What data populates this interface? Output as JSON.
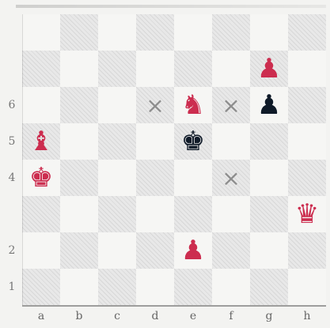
{
  "board": {
    "files": [
      "a",
      "b",
      "c",
      "d",
      "e",
      "f",
      "g",
      "h"
    ],
    "ranks": [
      "8",
      "7",
      "6",
      "5",
      "4",
      "3",
      "2",
      "1"
    ],
    "ranks_visible": [
      "",
      "",
      "6",
      "5",
      "4",
      "",
      "2",
      "1"
    ],
    "title": "",
    "colors": {
      "light": "#f6f6f4",
      "dark": "#e8e8e8",
      "red_piece": "#cc2d4f",
      "black_piece": "#0f1a28",
      "marker": "#8d8d8d"
    }
  },
  "pieces": [
    {
      "square": "g7",
      "type": "pawn",
      "color": "red",
      "symbol": "♟"
    },
    {
      "square": "e6",
      "type": "knight",
      "color": "red",
      "symbol": "♞"
    },
    {
      "square": "g6",
      "type": "pawn",
      "color": "black",
      "symbol": "♟"
    },
    {
      "square": "a5",
      "type": "bishop",
      "color": "red",
      "symbol": "♝"
    },
    {
      "square": "e5",
      "type": "king",
      "color": "black",
      "symbol": "♚"
    },
    {
      "square": "a4",
      "type": "king",
      "color": "red",
      "symbol": "♚"
    },
    {
      "square": "h3",
      "type": "queen",
      "color": "red",
      "symbol": "♛"
    },
    {
      "square": "e2",
      "type": "pawn",
      "color": "red",
      "symbol": "♟"
    }
  ],
  "marks": [
    {
      "square": "d6",
      "symbol": "×"
    },
    {
      "square": "f6",
      "symbol": "×"
    },
    {
      "square": "f4",
      "symbol": "×"
    }
  ]
}
